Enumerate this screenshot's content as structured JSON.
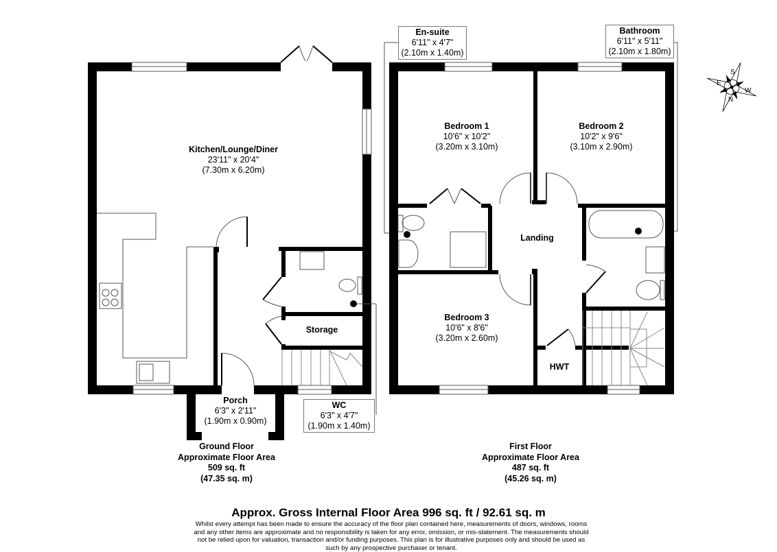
{
  "floor_plan": {
    "ground_floor": {
      "rooms": [
        {
          "name": "Kitchen/Lounge/Diner",
          "imperial": "23'11\" x 20'4\"",
          "metric": "(7.30m x 6.20m)"
        },
        {
          "name": "Storage"
        },
        {
          "name": "Porch",
          "imperial": "6'3\" x 2'11\"",
          "metric": "(1.90m x 0.90m)"
        },
        {
          "name": "WC",
          "imperial": "6'3\" x 4'7\"",
          "metric": "(1.90m x 1.40m)"
        }
      ],
      "summary": {
        "title": "Ground Floor",
        "subtitle": "Approximate Floor Area",
        "sqft": "509 sq. ft",
        "sqm": "(47.35 sq. m)"
      }
    },
    "first_floor": {
      "rooms": [
        {
          "name": "En-suite",
          "imperial": "6'11\" x 4'7\"",
          "metric": "(2.10m x 1.40m)"
        },
        {
          "name": "Bathroom",
          "imperial": "6'11\" x 5'11\"",
          "metric": "(2.10m x 1.80m)"
        },
        {
          "name": "Bedroom 1",
          "imperial": "10'6\" x 10'2\"",
          "metric": "(3.20m x 3.10m)"
        },
        {
          "name": "Bedroom 2",
          "imperial": "10'2\" x 9'6\"",
          "metric": "(3.10m x 2.90m)"
        },
        {
          "name": "Landing"
        },
        {
          "name": "Bedroom 3",
          "imperial": "10'6\" x 8'6\"",
          "metric": "(3.20m x 2.60m)"
        },
        {
          "name": "HWT"
        }
      ],
      "summary": {
        "title": "First Floor",
        "subtitle": "Approximate Floor Area",
        "sqft": "487 sq. ft",
        "sqm": "(45.26 sq. m)"
      }
    },
    "compass": {
      "labels": [
        "S",
        "W",
        "N",
        "E"
      ]
    },
    "gross_area": "Approx. Gross Internal Floor Area 996 sq. ft / 92.61 sq. m",
    "disclaimer": "Whilst every attempt has been made to ensure the accuracy of the floor plan contained here, measurements of doors, windows, rooms and any other items are approximate and no responsibility is taken for any error, omission, or mis-statement. The measurements should not be relied upon for valuation, transaction and/or funding purposes. This plan is for illustrative purposes only and should be used as such by any prospective purchaser or tenant."
  }
}
